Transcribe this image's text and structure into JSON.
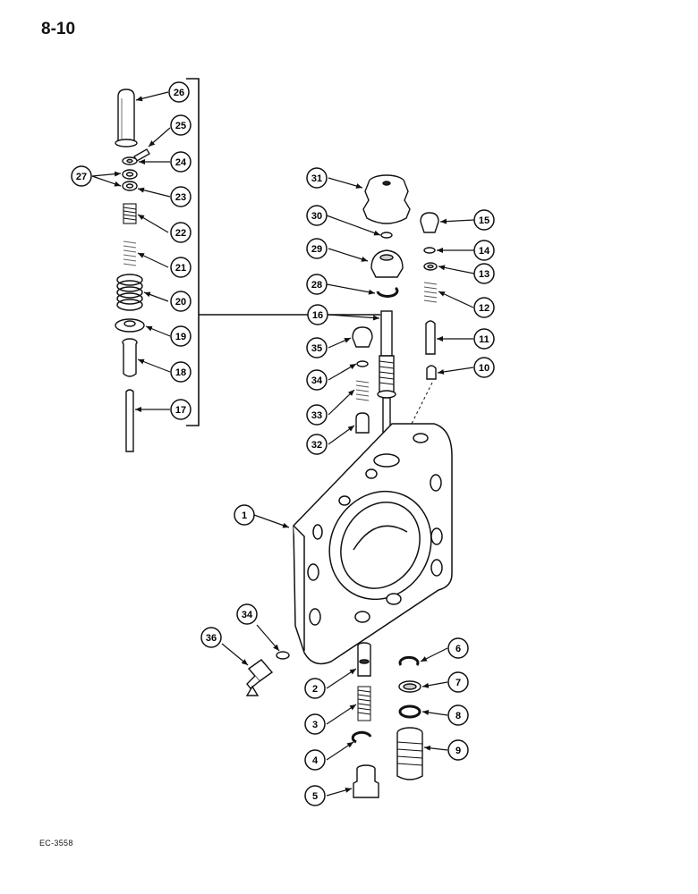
{
  "page": {
    "number": "8-10",
    "figure_code": "EC-3558"
  },
  "parts": [
    {
      "n": "1"
    },
    {
      "n": "2"
    },
    {
      "n": "3"
    },
    {
      "n": "4"
    },
    {
      "n": "5"
    },
    {
      "n": "6"
    },
    {
      "n": "7"
    },
    {
      "n": "8"
    },
    {
      "n": "9"
    },
    {
      "n": "10"
    },
    {
      "n": "11"
    },
    {
      "n": "12"
    },
    {
      "n": "13"
    },
    {
      "n": "14"
    },
    {
      "n": "15"
    },
    {
      "n": "16"
    },
    {
      "n": "17"
    },
    {
      "n": "18"
    },
    {
      "n": "19"
    },
    {
      "n": "20"
    },
    {
      "n": "21"
    },
    {
      "n": "22"
    },
    {
      "n": "23"
    },
    {
      "n": "24"
    },
    {
      "n": "25"
    },
    {
      "n": "26"
    },
    {
      "n": "27"
    },
    {
      "n": "28"
    },
    {
      "n": "29"
    },
    {
      "n": "30"
    },
    {
      "n": "31"
    },
    {
      "n": "32"
    },
    {
      "n": "33"
    },
    {
      "n": "34"
    },
    {
      "n": "34"
    },
    {
      "n": "35"
    },
    {
      "n": "36"
    }
  ]
}
